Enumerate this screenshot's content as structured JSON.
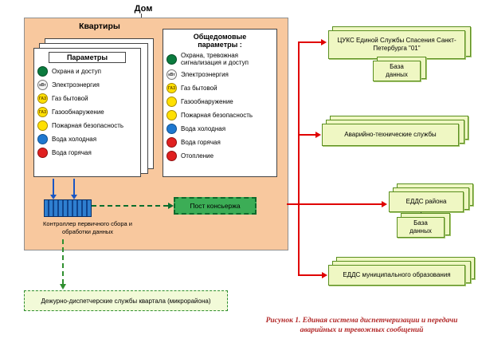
{
  "colors": {
    "house_fill": "#F8C89E",
    "green_box_fill": "#EFF7C3",
    "green_border": "#5a8f1f",
    "red_line": "#E00000",
    "controller_blue": "#2E7FD0",
    "concierge_green": "#3CAD56",
    "caption_color": "#b22929"
  },
  "house": {
    "label": "Дом",
    "apartments": {
      "title": "Квартиры",
      "panel_title": "Параметры",
      "items": [
        {
          "label": "Охрана и доступ"
        },
        {
          "label": "Электроэнергия"
        },
        {
          "label": "Газ бытовой"
        },
        {
          "label": "Газообнаружение"
        },
        {
          "label": "Пожарная безопасность"
        },
        {
          "label": "Вода холодная"
        },
        {
          "label": "Вода горячая"
        }
      ]
    },
    "common": {
      "title": "Общедомовые параметры :",
      "items": [
        {
          "label": "Охрана, тревожная сигнализация и доступ"
        },
        {
          "label": "Электроэнергия"
        },
        {
          "label": "Газ бытовой"
        },
        {
          "label": "Газообнаружение"
        },
        {
          "label": "Пожарная безопасность"
        },
        {
          "label": "Вода холодная"
        },
        {
          "label": "Вода горячая"
        },
        {
          "label": "Отопление"
        }
      ]
    },
    "controller_label": "Контроллер первичного сбора и обработки данных",
    "concierge_label": "Пост консьержа"
  },
  "icons": {
    "electricity_text": "кВт",
    "gas_text": "ГАЗ"
  },
  "right": {
    "cuks": {
      "label": "ЦУКС Единой Службы Спасения Санкт-Петербурга  \"01\"",
      "db": "База данных"
    },
    "emergency": {
      "label": "Аварийно-технические службы"
    },
    "edds_district": {
      "label": "ЕДДС района",
      "db": "База данных"
    },
    "edds_municipal": {
      "label": "ЕДДС муниципального образования"
    }
  },
  "bottom": {
    "duty_services": "Дежурно-диспетчерские службы квартала (микрорайона)"
  },
  "caption": {
    "prefix": "Рисунок 1.",
    "text": " Единая система диспетчеризации и передачи аварийных и тревожных сообщений"
  }
}
